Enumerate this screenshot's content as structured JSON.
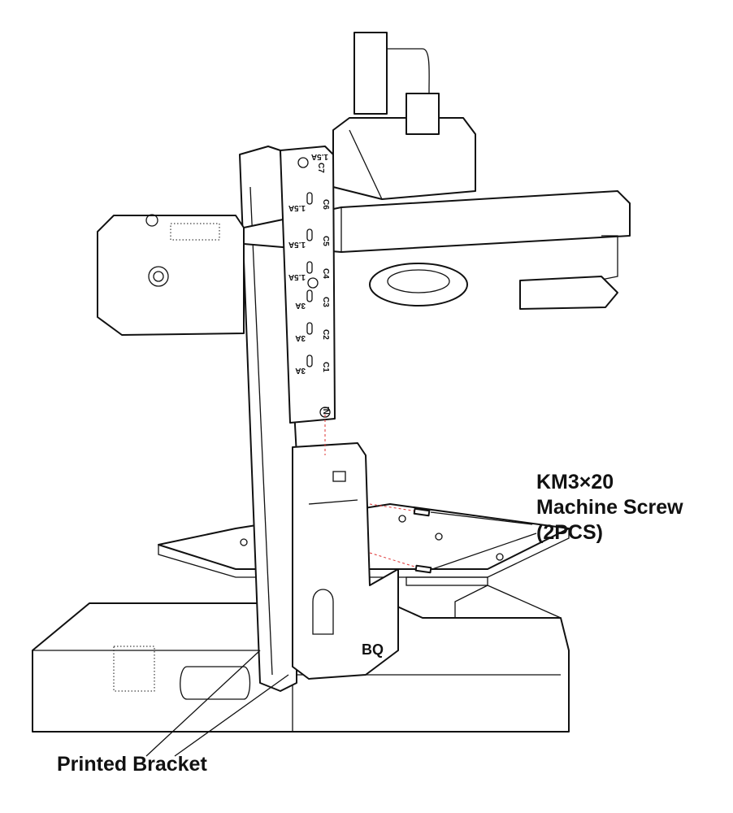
{
  "labels": {
    "screw_line1": "KM3×20",
    "screw_line2": "Machine Screw",
    "screw_line3": "(2PCS)",
    "bracket": "Printed Bracket"
  },
  "board_ports": [
    {
      "name": "C7",
      "rating": "1.5A"
    },
    {
      "name": "C6",
      "rating": "1.5A"
    },
    {
      "name": "C5",
      "rating": "1.5A"
    },
    {
      "name": "C4",
      "rating": "1.5A"
    },
    {
      "name": "C3",
      "rating": "3A"
    },
    {
      "name": "C2",
      "rating": "3A"
    },
    {
      "name": "C1",
      "rating": "3A"
    },
    {
      "name": "IN",
      "rating": ""
    }
  ],
  "colors": {
    "line": "#111111",
    "guide": "#dd3333"
  }
}
